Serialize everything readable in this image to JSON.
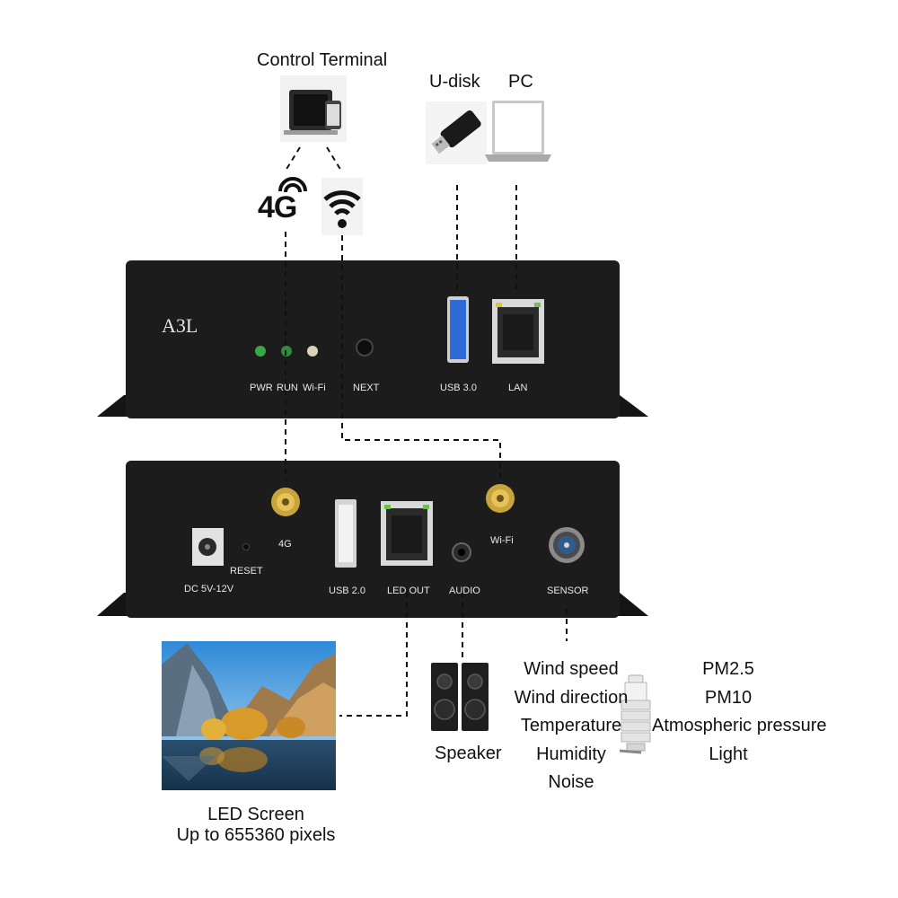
{
  "control_terminal": {
    "label": "Control Terminal"
  },
  "connectivity": {
    "cellular_label": "4G"
  },
  "udisk": {
    "label": "U-disk"
  },
  "pc": {
    "label": "PC"
  },
  "front_panel": {
    "model": "A3L",
    "indicators": [
      "PWR",
      "RUN",
      "Wi-Fi"
    ],
    "next_label": "NEXT",
    "usb_label": "USB 3.0",
    "lan_label": "LAN"
  },
  "rear_panel": {
    "dc_label": "DC 5V-12V",
    "reset_label": "RESET",
    "antenna_4g_label": "4G",
    "usb_label": "USB 2.0",
    "led_out_label": "LED OUT",
    "audio_label": "AUDIO",
    "wifi_label": "Wi-Fi",
    "sensor_label": "SENSOR"
  },
  "led_screen": {
    "title": "LED Screen",
    "subtitle": "Up to 655360 pixels"
  },
  "speaker": {
    "label": "Speaker"
  },
  "sensor_measures_left": [
    "Wind speed",
    "Wind direction",
    "Temperature",
    "Humidity",
    "Noise"
  ],
  "sensor_measures_right": [
    "PM2.5",
    "PM10",
    "Atmospheric pressure",
    "Light"
  ],
  "colors": {
    "device_body": "#1c1c1c",
    "usb3_blue": "#2e6bd6",
    "led_green": "#3aa845",
    "antenna_gold": "#c9a43a"
  }
}
